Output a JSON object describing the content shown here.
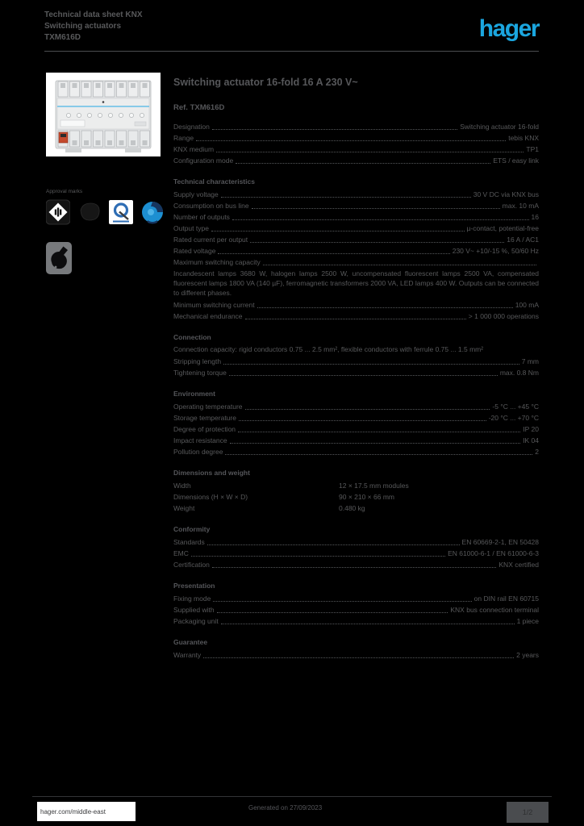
{
  "colors": {
    "background": "#000000",
    "body_text": "#58595b",
    "hager_blue": "#1ba6df",
    "photo_background": "#ffffff",
    "device_blue_line": "#7cc6e8",
    "device_red_connector": "#c44a2d",
    "q_label_blue": "#2e6db4",
    "blue_cert_light": "#1d8fd1",
    "blue_cert_dark": "#16355f"
  },
  "header": {
    "line1": "Technical data sheet KNX",
    "line2": "Switching actuators",
    "line3": "TXM616D",
    "logo_text": "hager"
  },
  "product": {
    "title": "Switching actuator 16-fold 16 A 230 V~",
    "reference": "Ref. TXM616D",
    "approval_marks_label": "Approval marks",
    "certifications": [
      "kema-diamond-mark",
      "black-conformity-mark",
      "q-label-mark",
      "blue-certification-mark",
      "manual-operation-mark"
    ]
  },
  "spec": {
    "sections": [
      {
        "heading": "",
        "rows": [
          {
            "l": "Designation",
            "v": "Switching actuator 16-fold"
          },
          {
            "l": "Range",
            "v": "tebis KNX"
          },
          {
            "l": "KNX medium",
            "v": "TP1"
          },
          {
            "l": "Configuration mode",
            "v": "ETS / easy link"
          }
        ]
      },
      {
        "heading": "Technical characteristics",
        "rows": [
          {
            "l": "Supply voltage",
            "v": "30 V DC via KNX bus"
          },
          {
            "l": "Consumption on bus line",
            "v": "max. 10 mA"
          },
          {
            "l": "Number of outputs",
            "v": "16"
          },
          {
            "l": "Output type",
            "v": "µ-contact, potential-free"
          },
          {
            "l": "Rated current per output",
            "v": "16 A / AC1"
          },
          {
            "l": "Rated voltage",
            "v": "230 V~ +10/-15 %, 50/60 Hz"
          },
          {
            "l": "Maximum switching capacity",
            "v": ""
          },
          {
            "type": "paragraph",
            "text": "Incandescent lamps 3680 W, halogen lamps 2500 W, uncompensated fluorescent lamps 2500 VA, compensated fluorescent lamps 1800 VA (140 µF), ferromagnetic transformers 2000 VA, LED lamps 400 W. Outputs can be connected to different phases."
          },
          {
            "l": "Minimum switching current",
            "v": "100 mA"
          },
          {
            "l": "Mechanical endurance",
            "v": "> 1 000 000 operations"
          }
        ]
      },
      {
        "heading": "Connection",
        "rows": [
          {
            "type": "paragraph",
            "text": "Connection capacity: rigid conductors 0.75 ... 2.5 mm², flexible conductors with ferrule 0.75 ... 1.5 mm²"
          },
          {
            "l": "Stripping length",
            "v": "7 mm"
          },
          {
            "l": "Tightening torque",
            "v": "max. 0.8 Nm"
          }
        ]
      },
      {
        "heading": "Environment",
        "rows": [
          {
            "l": "Operating temperature",
            "v": "-5 °C ... +45 °C"
          },
          {
            "l": "Storage temperature",
            "v": "-20 °C ... +70 °C"
          },
          {
            "l": "Degree of protection",
            "v": "IP 20"
          },
          {
            "l": "Impact resistance",
            "v": "IK 04"
          },
          {
            "l": "Pollution degree",
            "v": "2"
          }
        ]
      },
      {
        "heading": "Dimensions and weight",
        "rows": [
          {
            "type": "plain",
            "l": "Width",
            "v": "12 × 17.5 mm modules"
          },
          {
            "type": "plain",
            "l": "Dimensions (H × W × D)",
            "v": "90 × 210 × 66 mm"
          },
          {
            "type": "plain",
            "l": "Weight",
            "v": "0.480 kg"
          }
        ]
      },
      {
        "heading": "Conformity",
        "rows": [
          {
            "l": "Standards",
            "v": "EN 60669-2-1, EN 50428"
          },
          {
            "l": "EMC",
            "v": "EN 61000-6-1 / EN 61000-6-3"
          },
          {
            "l": "Certification",
            "v": "KNX certified"
          }
        ]
      },
      {
        "heading": "Presentation",
        "rows": [
          {
            "l": "Fixing mode",
            "v": "on DIN rail EN 60715"
          },
          {
            "l": "Supplied with",
            "v": "KNX bus connection terminal"
          },
          {
            "l": "Packaging unit",
            "v": "1 piece"
          }
        ]
      },
      {
        "heading": "Guarantee",
        "rows": [
          {
            "l": "Warranty",
            "v": "2 years"
          }
        ]
      }
    ]
  },
  "footer": {
    "website": "hager.com/middle-east",
    "generated": "Generated on 27/09/2023",
    "page": "1/2"
  }
}
